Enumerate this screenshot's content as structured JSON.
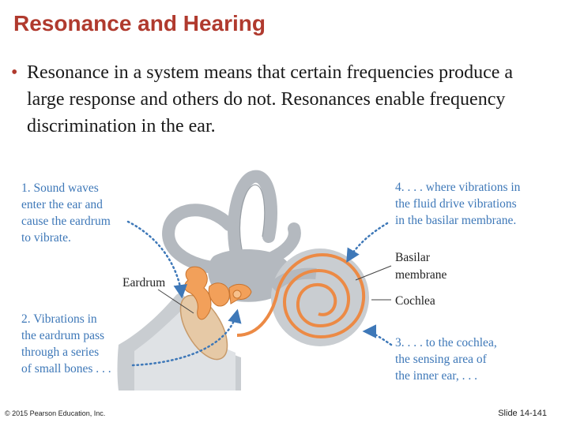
{
  "slide": {
    "title": "Resonance and Hearing",
    "bullet": "Resonance in a system means that certain frequencies produce a large response and others do not. Resonances enable frequency discrimination in the ear.",
    "bullet_marker": "•"
  },
  "figure": {
    "step1": [
      "1. Sound waves",
      "enter the ear and",
      "cause the eardrum",
      "to vibrate."
    ],
    "step2": [
      "2. Vibrations in",
      "the eardrum pass",
      "through a series",
      "of small bones . . ."
    ],
    "step3": [
      "3.  . . . to the cochlea,",
      "the sensing area of",
      "the inner ear, . . ."
    ],
    "step4": [
      "4.  . . . where vibrations in",
      "the fluid drive vibrations",
      "in the basilar membrane."
    ],
    "label_eardrum": "Eardrum",
    "label_basilar": [
      "Basilar",
      "membrane"
    ],
    "label_cochlea": "Cochlea",
    "colors": {
      "title": "#b03a2e",
      "step_text": "#3e78b8",
      "canal": "#b4b9bf",
      "ear_tissue": "#c9cdd1",
      "ossicles": "#f2a05a",
      "basilar_spiral": "#ec8a45",
      "eardrum": "#e6c9a6"
    },
    "icons": [
      "dotted-arrow-icon"
    ]
  },
  "footer": {
    "copyright": "© 2015 Pearson Education, Inc.",
    "slide_number": "Slide 14-141"
  }
}
